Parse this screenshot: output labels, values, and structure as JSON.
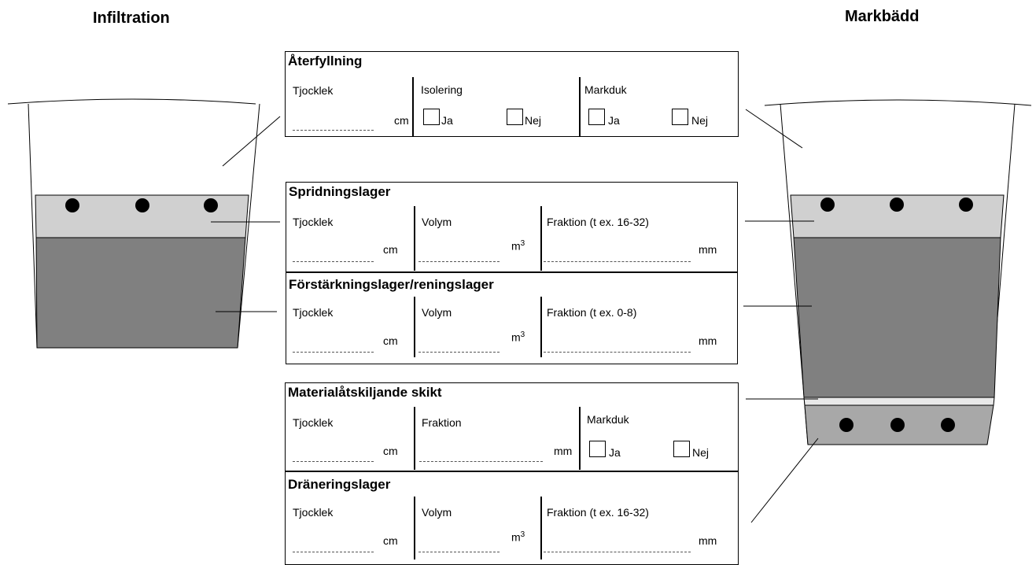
{
  "titles": {
    "left": "Infiltration",
    "right": "Markbädd"
  },
  "sections": {
    "aterfyllning": {
      "title": "Återfyllning",
      "tjocklek": "Tjocklek",
      "cm": "cm",
      "isolering": "Isolering",
      "ja1": "Ja",
      "nej1": "Nej",
      "markduk": "Markduk",
      "ja2": "Ja",
      "nej2": "Nej"
    },
    "spridningslager": {
      "title": "Spridningslager",
      "tjocklek": "Tjocklek",
      "cm": "cm",
      "volym": "Volym",
      "m": "m",
      "exp": "3",
      "fraktion": "Fraktion (t ex. 16-32)",
      "mm": "mm"
    },
    "forstarkningslager": {
      "title": "Förstärkningslager/reningslager",
      "tjocklek": "Tjocklek",
      "cm": "cm",
      "volym": "Volym",
      "m": "m",
      "exp": "3",
      "fraktion": "Fraktion (t ex. 0-8)",
      "mm": "mm"
    },
    "materialatskiljande": {
      "title": "Materialåtskiljande skikt",
      "tjocklek": "Tjocklek",
      "cm": "cm",
      "fraktion": "Fraktion",
      "mm": "mm",
      "markduk": "Markduk",
      "ja": "Ja",
      "nej": "Nej"
    },
    "draneringslager": {
      "title": "Dräneringslager",
      "tjocklek": "Tjocklek",
      "cm": "cm",
      "volym": "Volym",
      "m": "m",
      "exp": "3",
      "fraktion": "Fraktion (t ex. 16-32)",
      "mm": "mm"
    }
  },
  "colors": {
    "light_gray": "#d0d0d0",
    "dark_gray": "#808080",
    "drain_gray": "#a8a8a8"
  }
}
